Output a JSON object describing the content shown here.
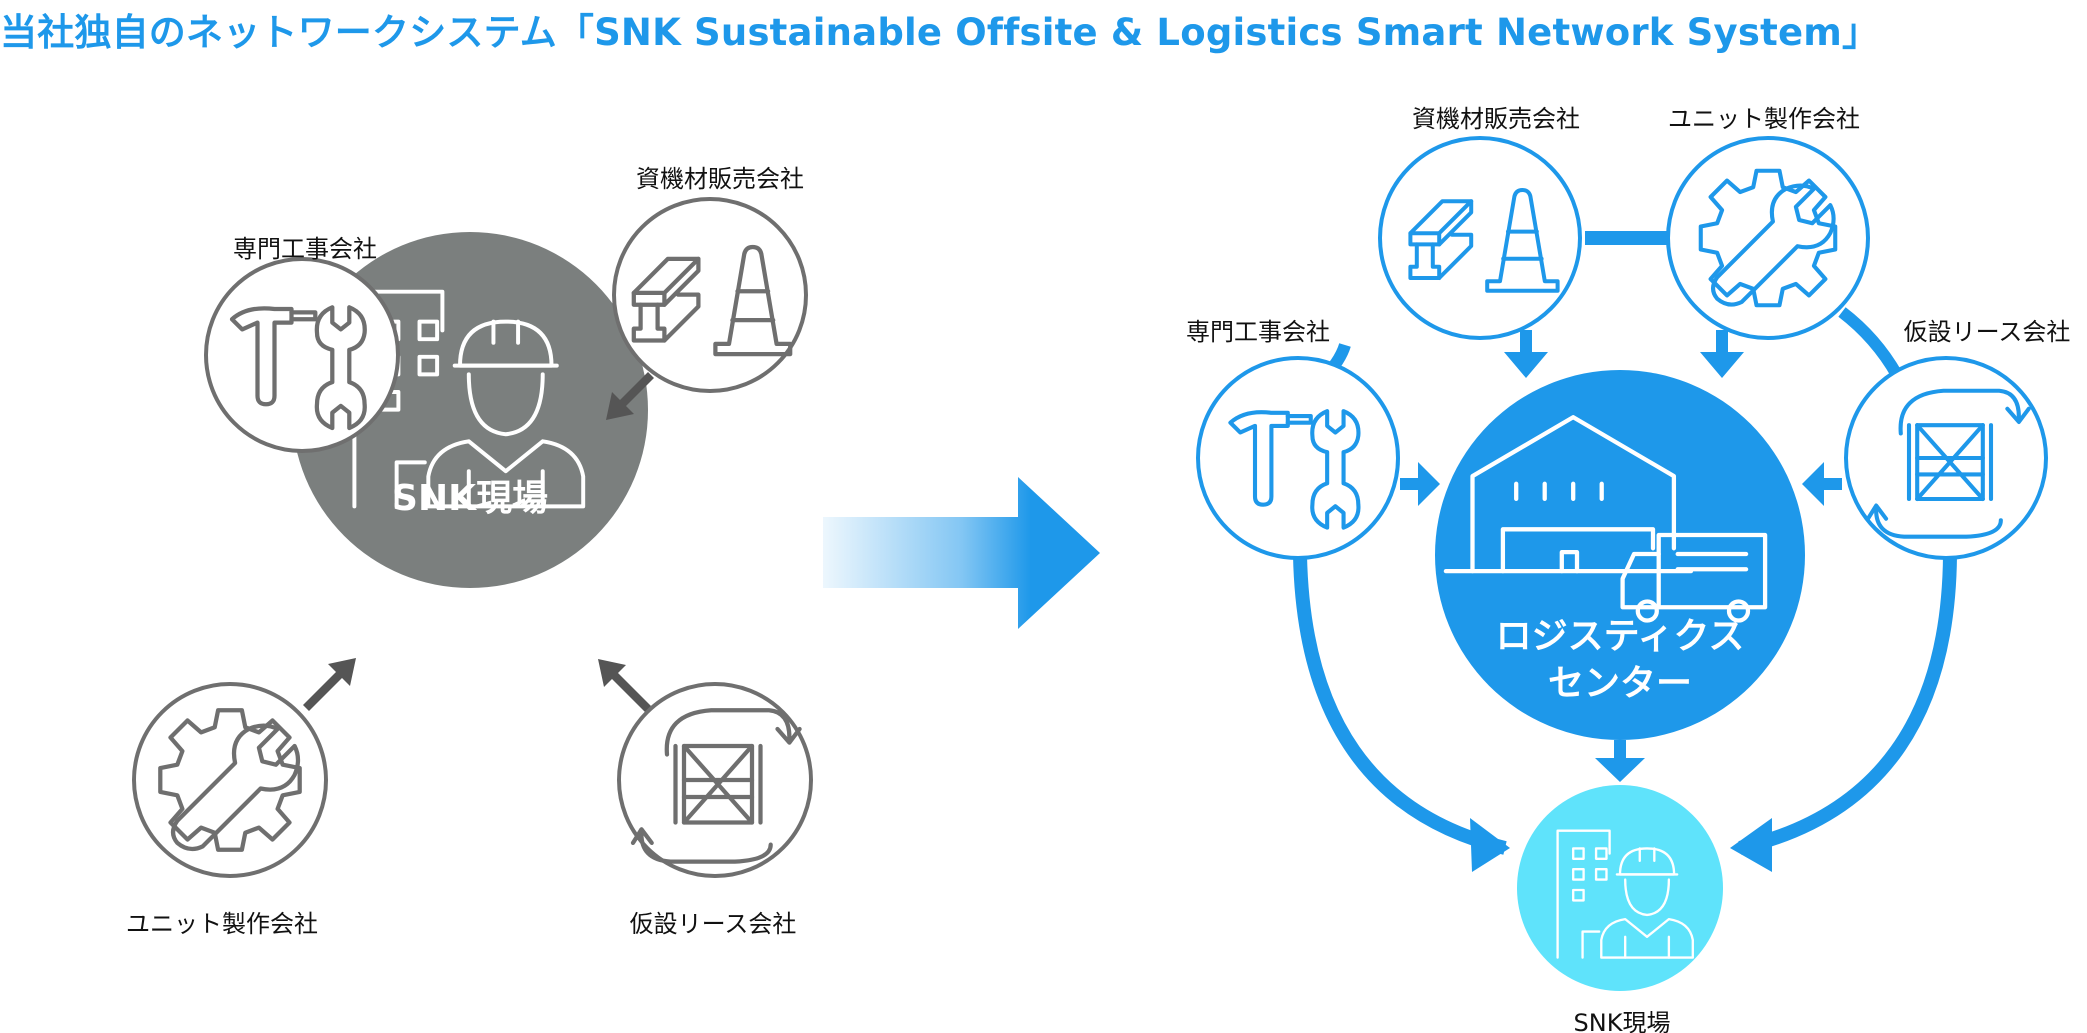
{
  "title": "当社独自のネットワークシステム「SNK Sustainable Offsite & Logistics Smart Network System」",
  "before": {
    "center_label": "SNK現場",
    "nodes": {
      "specialty": "専門工事会社",
      "materials": "資機材販売会社",
      "unit": "ユニット製作会社",
      "lease": "仮設リース会社"
    }
  },
  "after": {
    "center_label_line1": "ロジスティクス",
    "center_label_line2": "センター",
    "site_label": "SNK現場",
    "nodes": {
      "materials": "資機材販売会社",
      "unit": "ユニット製作会社",
      "specialty": "専門工事会社",
      "lease": "仮設リース会社"
    }
  },
  "colors": {
    "brand_blue": "#1e98ea",
    "before_gray": "#7b7f7e",
    "site_cyan": "#5fe3fb",
    "arrow_dark": "#555555"
  },
  "icons": {
    "site": "building-worker-icon",
    "specialty": "hammer-wrench-icon",
    "materials": "steel-beam-cone-icon",
    "unit": "gear-wrench-icon",
    "lease": "scaffold-cycle-icon",
    "logistics": "warehouse-truck-icon",
    "transition": "gradient-arrow-right-icon"
  }
}
